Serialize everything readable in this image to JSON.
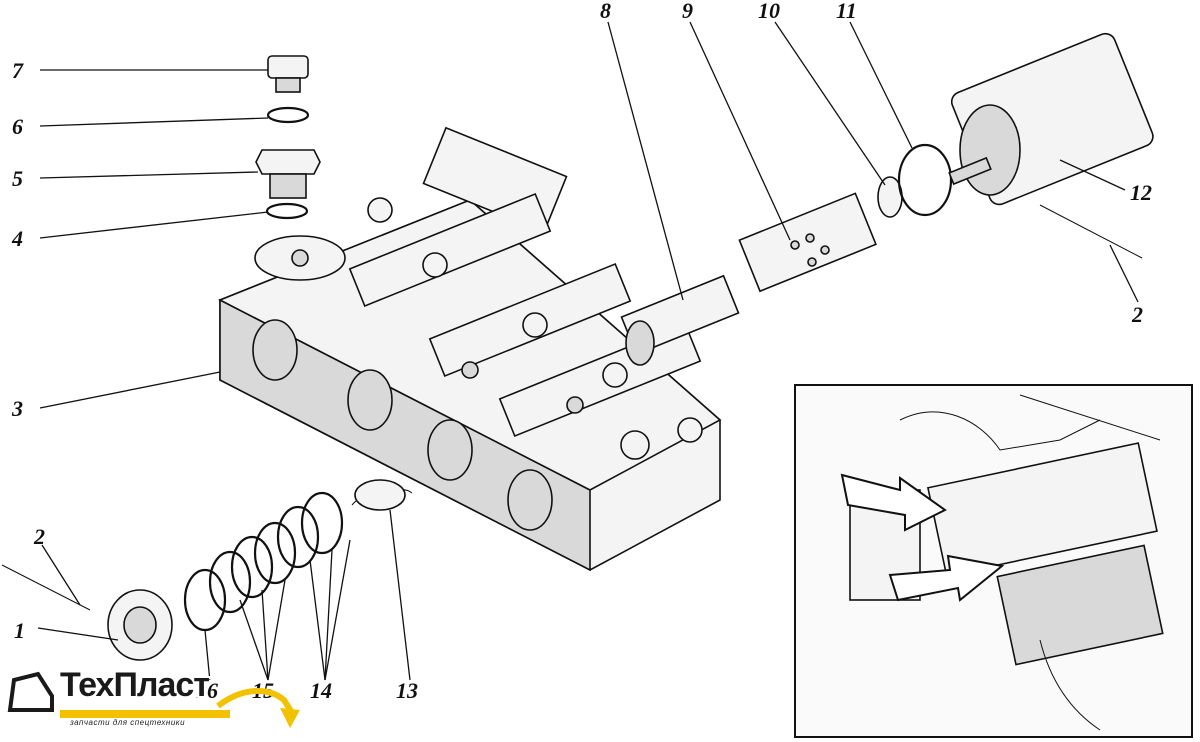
{
  "callouts": {
    "n1": "1",
    "n2a": "2",
    "n2b": "2",
    "n3": "3",
    "n4": "4",
    "n5": "5",
    "n6": "6",
    "n7": "7",
    "n8": "8",
    "n9": "9",
    "n10": "10",
    "n11": "11",
    "n12": "12",
    "n13": "13",
    "n14": "14",
    "n15": "15",
    "n16": "16"
  },
  "logo": {
    "brand_a": "Тех",
    "brand_b": "Пласт",
    "tagline": "запчасти для спецтехники"
  },
  "colors": {
    "ink": "#111111",
    "logo_accent": "#f2c200"
  }
}
